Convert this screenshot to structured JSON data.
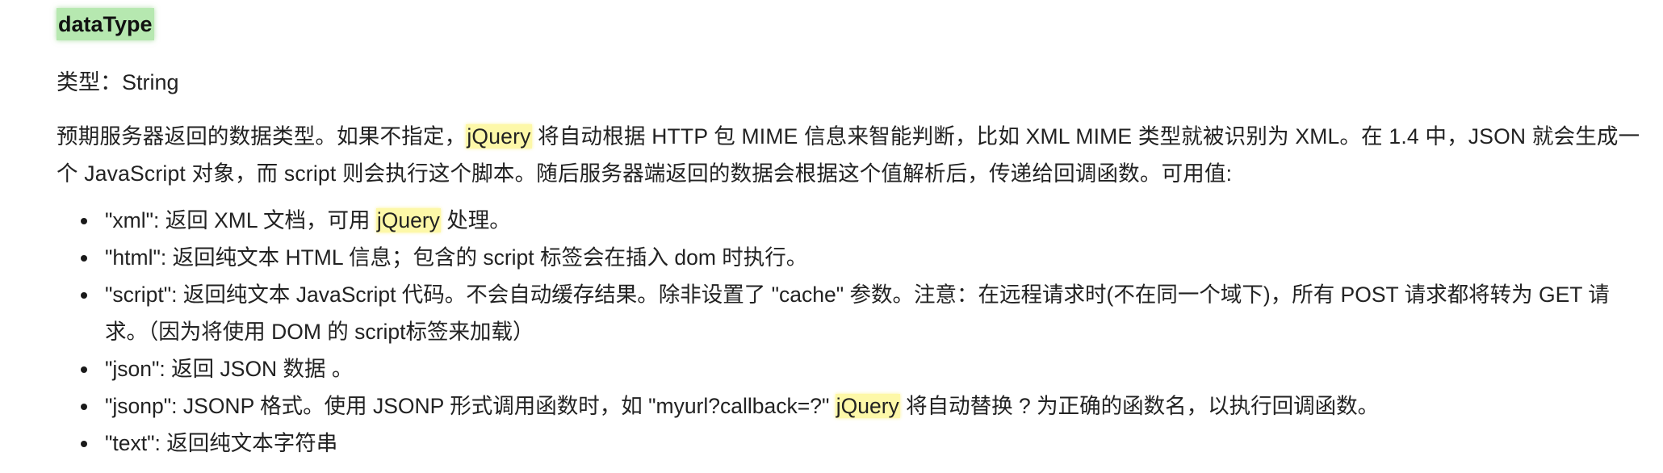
{
  "heading": "dataType",
  "type_line": "类型：String",
  "description": {
    "part1": "预期服务器返回的数据类型。如果不指定，",
    "highlight": "jQuery",
    "part2": " 将自动根据 HTTP 包 MIME 信息来智能判断，比如 XML MIME 类型就被识别为 XML。在 1.4 中，JSON 就会生成一个 JavaScript 对象，而 script 则会执行这个脚本。随后服务器端返回的数据会根据这个值解析后，传递给回调函数。可用值:"
  },
  "values": [
    {
      "before": "\"xml\": 返回 XML 文档，可用 ",
      "highlight": "jQuery",
      "after": " 处理。"
    },
    {
      "before": "\"html\": 返回纯文本 HTML 信息；包含的 script 标签会在插入 dom 时执行。",
      "highlight": "",
      "after": ""
    },
    {
      "before": "\"script\": 返回纯文本 JavaScript 代码。不会自动缓存结果。除非设置了 \"cache\" 参数。注意：在远程请求时(不在同一个域下)，所有 POST 请求都将转为 GET 请求。（因为将使用 DOM 的 script标签来加载）",
      "highlight": "",
      "after": ""
    },
    {
      "before": "\"json\": 返回 JSON 数据 。",
      "highlight": "",
      "after": ""
    },
    {
      "before": "\"jsonp\": JSONP 格式。使用 JSONP 形式调用函数时，如 \"myurl?callback=?\" ",
      "highlight": "jQuery",
      "after": " 将自动替换 ? 为正确的函数名，以执行回调函数。"
    },
    {
      "before": "\"text\": 返回纯文本字符串",
      "highlight": "",
      "after": ""
    }
  ],
  "colors": {
    "heading_highlight": "#b6e8b0",
    "text_highlight": "#fdf8a8"
  }
}
